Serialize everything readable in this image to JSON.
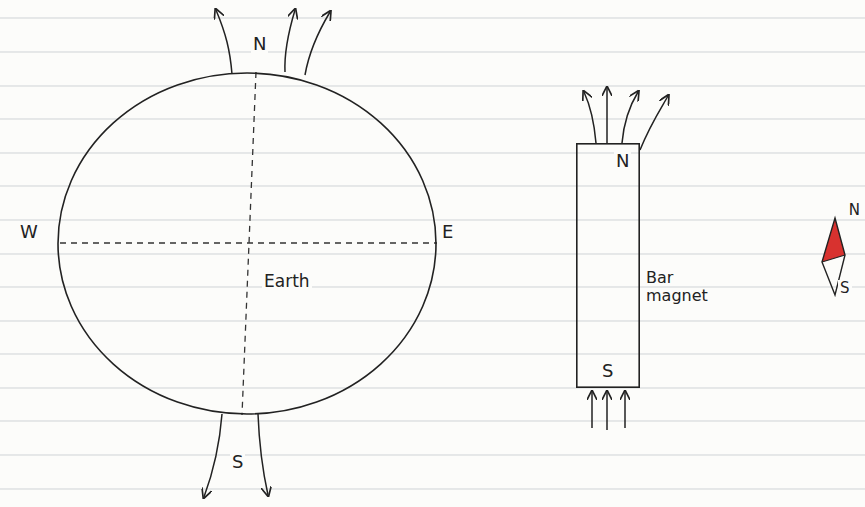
{
  "diagram": {
    "nodes": [
      {
        "text": [
          "Earth"
        ]
      },
      {
        "text": [
          "N",
          "Bar magnet",
          "S"
        ]
      },
      {
        "text": [
          "N",
          "S"
        ]
      }
    ],
    "labels": [
      "N",
      "W",
      "E",
      "S"
    ]
  }
}
